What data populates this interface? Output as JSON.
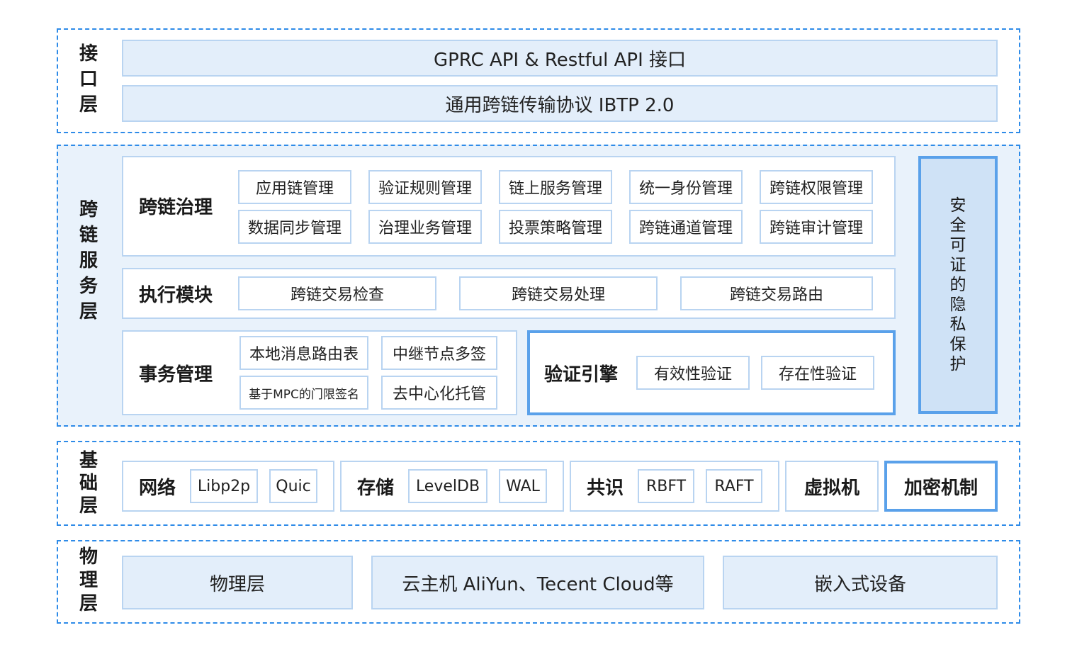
{
  "interface_layer": {
    "label": "接\n口\n层",
    "rows": [
      "GPRC API & Restful API 接口",
      "通用跨链传输协议 IBTP 2.0"
    ]
  },
  "service_layer": {
    "label": "跨\n链\n服\n务\n层",
    "governance": {
      "title": "跨链治理",
      "items": [
        "应用链管理",
        "验证规则管理",
        "链上服务管理",
        "统一身份管理",
        "跨链权限管理",
        "数据同步管理",
        "治理业务管理",
        "投票策略管理",
        "跨链通道管理",
        "跨链审计管理"
      ]
    },
    "execution": {
      "title": "执行模块",
      "items": [
        "跨链交易检查",
        "跨链交易处理",
        "跨链交易路由"
      ]
    },
    "transaction": {
      "title": "事务管理",
      "items": [
        "本地消息路由表",
        "中继节点多签",
        "基于MPC的门限签名",
        "去中心化托管"
      ]
    },
    "verification": {
      "title": "验证引擎",
      "items": [
        "有效性验证",
        "存在性验证"
      ]
    },
    "security": "安\n全\n可\n证\n的\n隐\n私\n保\n护"
  },
  "base_layer": {
    "label": "基\n础\n层",
    "network": {
      "title": "网络",
      "items": [
        "Libp2p",
        "Quic"
      ]
    },
    "storage": {
      "title": "存储",
      "items": [
        "LevelDB",
        "WAL"
      ]
    },
    "consensus": {
      "title": "共识",
      "items": [
        "RBFT",
        "RAFT"
      ]
    },
    "vm": "虚拟机",
    "crypto": "加密机制"
  },
  "physical_layer": {
    "label": "物\n理\n层",
    "items": [
      "物理层",
      "云主机 AliYun、Tecent Cloud等",
      "嵌入式设备"
    ]
  },
  "colors": {
    "accent": "#2e8be8",
    "box_fill": "#e3eefa",
    "box_border": "#b9d4f1",
    "strong_border": "#5aa1ea"
  }
}
